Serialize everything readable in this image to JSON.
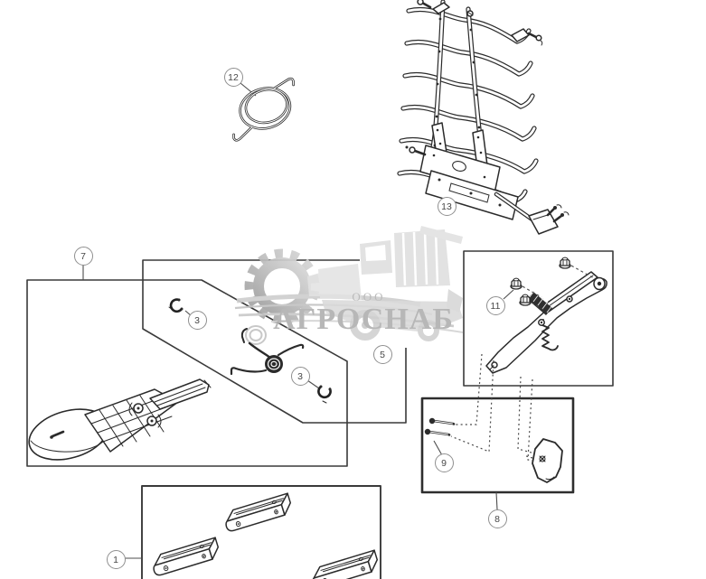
{
  "diagram": {
    "type": "exploded-parts-diagram",
    "background": "#ffffff",
    "line_color": "#2b2b2b",
    "box_color": "#3a3a3a",
    "callout_ring_color": "#8f8f8f",
    "callout_text_color": "#474747",
    "callouts": [
      {
        "label": "1"
      },
      {
        "label": "3"
      },
      {
        "label": "3"
      },
      {
        "label": "5"
      },
      {
        "label": "7"
      },
      {
        "label": "8"
      },
      {
        "label": "9"
      },
      {
        "label": "11"
      },
      {
        "label": "12"
      },
      {
        "label": "13"
      }
    ]
  },
  "watermark": {
    "prefix": "ООО",
    "name": "АГРОСНАБ",
    "text_color": "#b1b1b1",
    "gear_color_dark": "#9f9f9f",
    "gear_color_light": "#d9d9d9",
    "vehicle_color": "#e0e0e0"
  }
}
